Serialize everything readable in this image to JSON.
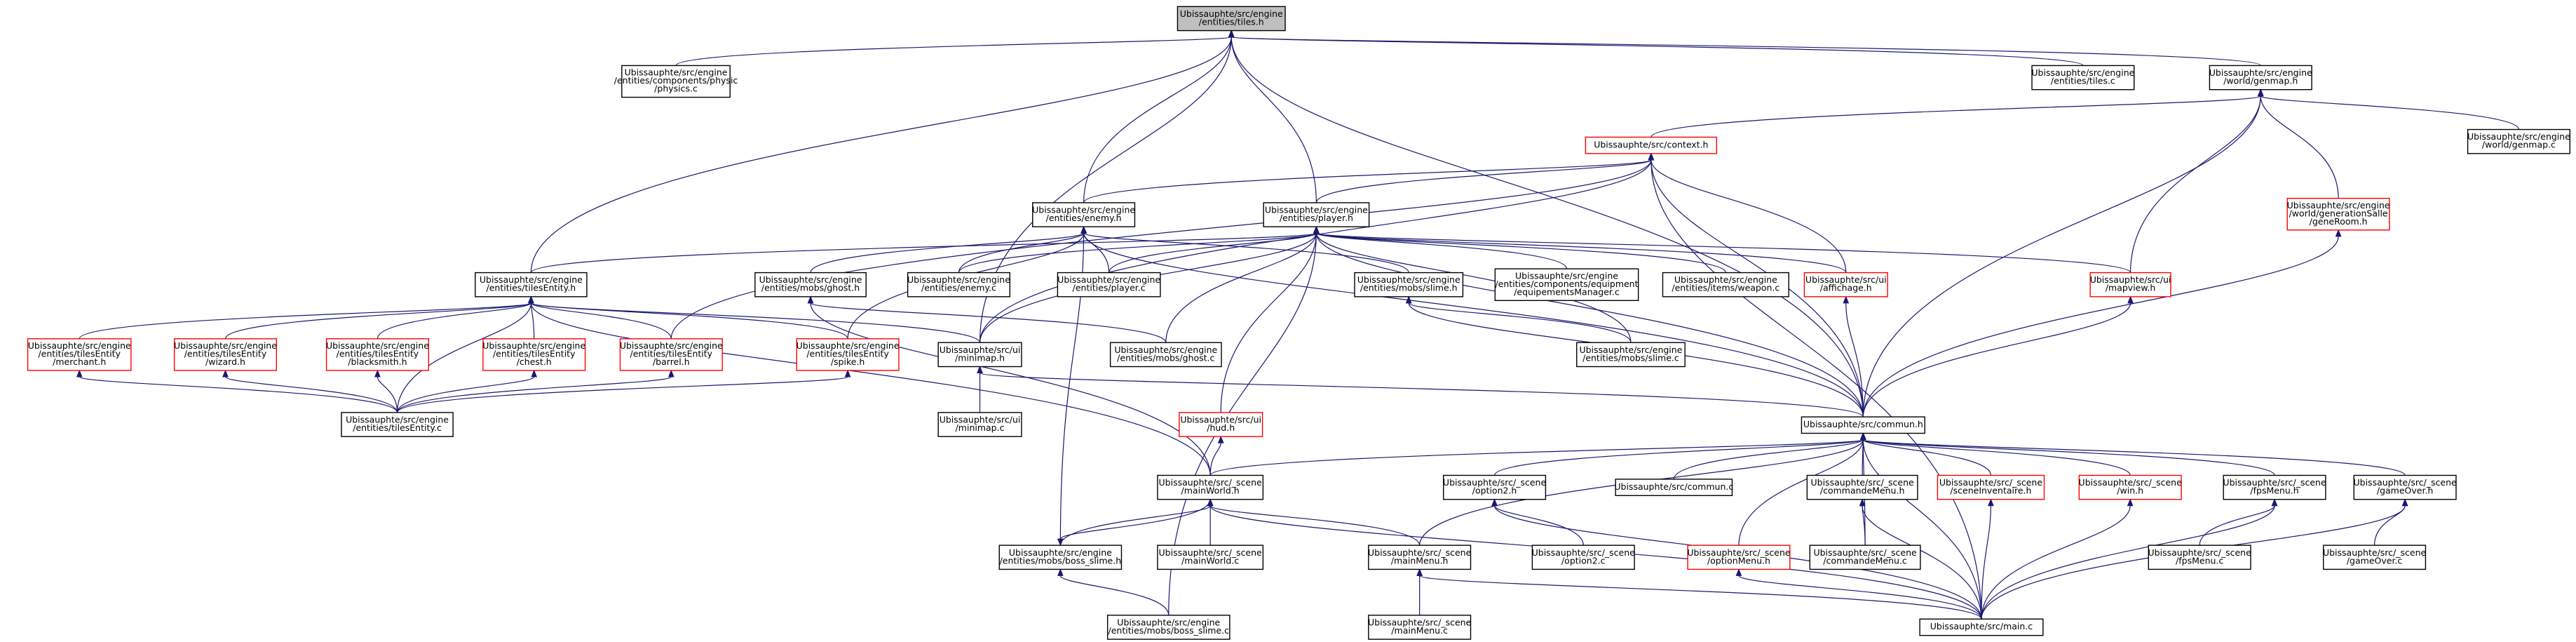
{
  "colors": {
    "edge": "#191970",
    "border_normal": "#000000",
    "border_incomplete": "#ff0000",
    "fill_root": "#bfbfbf",
    "fill_normal": "#ffffff"
  },
  "nodes": [
    {
      "id": "tiles_h",
      "lines": [
        "Ubissauphte/src/engine",
        "/entities/tiles.h"
      ],
      "kind": "root"
    },
    {
      "id": "physics_c",
      "lines": [
        "Ubissauphte/src/engine",
        "/entities/components/physic",
        "/physics.c"
      ],
      "kind": "normal"
    },
    {
      "id": "tiles_c",
      "lines": [
        "Ubissauphte/src/engine",
        "/entities/tiles.c"
      ],
      "kind": "normal"
    },
    {
      "id": "genmap_h",
      "lines": [
        "Ubissauphte/src/engine",
        "/world/genmap.h"
      ],
      "kind": "normal"
    },
    {
      "id": "genmap_c",
      "lines": [
        "Ubissauphte/src/engine",
        "/world/genmap.c"
      ],
      "kind": "normal"
    },
    {
      "id": "context_h",
      "lines": [
        "Ubissauphte/src/context.h"
      ],
      "kind": "incomplete"
    },
    {
      "id": "geneRoom_h",
      "lines": [
        "Ubissauphte/src/engine",
        "/world/generationSalle",
        "/geneRoom.h"
      ],
      "kind": "incomplete"
    },
    {
      "id": "enemy_h",
      "lines": [
        "Ubissauphte/src/engine",
        "/entities/enemy.h"
      ],
      "kind": "normal"
    },
    {
      "id": "player_h",
      "lines": [
        "Ubissauphte/src/engine",
        "/entities/player.h"
      ],
      "kind": "normal"
    },
    {
      "id": "tilesEntity_h",
      "lines": [
        "Ubissauphte/src/engine",
        "/entities/tilesEntity.h"
      ],
      "kind": "normal"
    },
    {
      "id": "ghost_h",
      "lines": [
        "Ubissauphte/src/engine",
        "/entities/mobs/ghost.h"
      ],
      "kind": "normal"
    },
    {
      "id": "enemy_c",
      "lines": [
        "Ubissauphte/src/engine",
        "/entities/enemy.c"
      ],
      "kind": "normal"
    },
    {
      "id": "player_c",
      "lines": [
        "Ubissauphte/src/engine",
        "/entities/player.c"
      ],
      "kind": "normal"
    },
    {
      "id": "slime_h",
      "lines": [
        "Ubissauphte/src/engine",
        "/entities/mobs/slime.h"
      ],
      "kind": "normal"
    },
    {
      "id": "equipManager_c",
      "lines": [
        "Ubissauphte/src/engine",
        "/entities/components/equipment",
        "/equipementsManager.c"
      ],
      "kind": "normal"
    },
    {
      "id": "weapon_c",
      "lines": [
        "Ubissauphte/src/engine",
        "/entities/items/weapon.c"
      ],
      "kind": "normal"
    },
    {
      "id": "affichage_h",
      "lines": [
        "Ubissauphte/src/ui",
        "/affichage.h"
      ],
      "kind": "incomplete"
    },
    {
      "id": "mapview_h",
      "lines": [
        "Ubissauphte/src/ui",
        "/mapview.h"
      ],
      "kind": "incomplete"
    },
    {
      "id": "merchant_h",
      "lines": [
        "Ubissauphte/src/engine",
        "/entities/tilesEntity",
        "/merchant.h"
      ],
      "kind": "incomplete"
    },
    {
      "id": "wizard_h",
      "lines": [
        "Ubissauphte/src/engine",
        "/entities/tilesEntity",
        "/wizard.h"
      ],
      "kind": "incomplete"
    },
    {
      "id": "blacksmith_h",
      "lines": [
        "Ubissauphte/src/engine",
        "/entities/tilesEntity",
        "/blacksmith.h"
      ],
      "kind": "incomplete"
    },
    {
      "id": "chest_h",
      "lines": [
        "Ubissauphte/src/engine",
        "/entities/tilesEntity",
        "/chest.h"
      ],
      "kind": "incomplete"
    },
    {
      "id": "barrel_h",
      "lines": [
        "Ubissauphte/src/engine",
        "/entities/tilesEntity",
        "/barrel.h"
      ],
      "kind": "incomplete"
    },
    {
      "id": "spike_h",
      "lines": [
        "Ubissauphte/src/engine",
        "/entities/tilesEntity",
        "/spike.h"
      ],
      "kind": "incomplete"
    },
    {
      "id": "minimap_h",
      "lines": [
        "Ubissauphte/src/ui",
        "/minimap.h"
      ],
      "kind": "normal"
    },
    {
      "id": "ghost_c",
      "lines": [
        "Ubissauphte/src/engine",
        "/entities/mobs/ghost.c"
      ],
      "kind": "normal"
    },
    {
      "id": "slime_c",
      "lines": [
        "Ubissauphte/src/engine",
        "/entities/mobs/slime.c"
      ],
      "kind": "normal"
    },
    {
      "id": "tilesEntity_c",
      "lines": [
        "Ubissauphte/src/engine",
        "/entities/tilesEntity.c"
      ],
      "kind": "normal"
    },
    {
      "id": "minimap_c",
      "lines": [
        "Ubissauphte/src/ui",
        "/minimap.c"
      ],
      "kind": "normal"
    },
    {
      "id": "hud_h",
      "lines": [
        "Ubissauphte/src/ui",
        "/hud.h"
      ],
      "kind": "incomplete"
    },
    {
      "id": "commun_h",
      "lines": [
        "Ubissauphte/src/commun.h"
      ],
      "kind": "normal"
    },
    {
      "id": "mainWorld_h",
      "lines": [
        "Ubissauphte/src/_scene",
        "/mainWorld.h"
      ],
      "kind": "normal"
    },
    {
      "id": "option2_h",
      "lines": [
        "Ubissauphte/src/_scene",
        "/option2.h"
      ],
      "kind": "normal"
    },
    {
      "id": "commun_c",
      "lines": [
        "Ubissauphte/src/commun.c"
      ],
      "kind": "normal"
    },
    {
      "id": "commandeMenu_h",
      "lines": [
        "Ubissauphte/src/_scene",
        "/commandeMenu.h"
      ],
      "kind": "normal"
    },
    {
      "id": "sceneInventaire_h",
      "lines": [
        "Ubissauphte/src/_scene",
        "/sceneInventaire.h"
      ],
      "kind": "incomplete"
    },
    {
      "id": "win_h",
      "lines": [
        "Ubissauphte/src/_scene",
        "/win.h"
      ],
      "kind": "incomplete"
    },
    {
      "id": "fpsMenu_h",
      "lines": [
        "Ubissauphte/src/_scene",
        "/fpsMenu.h"
      ],
      "kind": "normal"
    },
    {
      "id": "gameOver_h",
      "lines": [
        "Ubissauphte/src/_scene",
        "/gameOver.h"
      ],
      "kind": "normal"
    },
    {
      "id": "boss_slime_h",
      "lines": [
        "Ubissauphte/src/engine",
        "/entities/mobs/boss_slime.h"
      ],
      "kind": "normal"
    },
    {
      "id": "mainWorld_c",
      "lines": [
        "Ubissauphte/src/_scene",
        "/mainWorld.c"
      ],
      "kind": "normal"
    },
    {
      "id": "mainMenu_h",
      "lines": [
        "Ubissauphte/src/_scene",
        "/mainMenu.h"
      ],
      "kind": "normal"
    },
    {
      "id": "option2_c",
      "lines": [
        "Ubissauphte/src/_scene",
        "/option2.c"
      ],
      "kind": "normal"
    },
    {
      "id": "optionMenu_h",
      "lines": [
        "Ubissauphte/src/_scene",
        "/optionMenu.h"
      ],
      "kind": "incomplete"
    },
    {
      "id": "commandeMenu_c",
      "lines": [
        "Ubissauphte/src/_scene",
        "/commandeMenu.c"
      ],
      "kind": "normal"
    },
    {
      "id": "fpsMenu_c",
      "lines": [
        "Ubissauphte/src/_scene",
        "/fpsMenu.c"
      ],
      "kind": "normal"
    },
    {
      "id": "gameOver_c",
      "lines": [
        "Ubissauphte/src/_scene",
        "/gameOver.c"
      ],
      "kind": "normal"
    },
    {
      "id": "boss_slime_c",
      "lines": [
        "Ubissauphte/src/engine",
        "/entities/mobs/boss_slime.c"
      ],
      "kind": "normal"
    },
    {
      "id": "mainMenu_c",
      "lines": [
        "Ubissauphte/src/_scene",
        "/mainMenu.c"
      ],
      "kind": "normal"
    },
    {
      "id": "main_c",
      "lines": [
        "Ubissauphte/src/main.c"
      ],
      "kind": "normal"
    }
  ],
  "edges": [
    [
      "physics_c",
      "tiles_h"
    ],
    [
      "tiles_c",
      "tiles_h"
    ],
    [
      "genmap_h",
      "tiles_h"
    ],
    [
      "enemy_h",
      "tiles_h"
    ],
    [
      "player_h",
      "tiles_h"
    ],
    [
      "tilesEntity_h",
      "tiles_h"
    ],
    [
      "minimap_h",
      "tiles_h"
    ],
    [
      "commun_h",
      "tiles_h"
    ],
    [
      "genmap_c",
      "genmap_h"
    ],
    [
      "context_h",
      "genmap_h"
    ],
    [
      "geneRoom_h",
      "genmap_h"
    ],
    [
      "mapview_h",
      "genmap_h"
    ],
    [
      "commun_h",
      "genmap_h"
    ],
    [
      "enemy_h",
      "context_h"
    ],
    [
      "player_h",
      "context_h"
    ],
    [
      "affichage_h",
      "context_h"
    ],
    [
      "minimap_h",
      "context_h"
    ],
    [
      "barrel_h",
      "context_h"
    ],
    [
      "commun_h",
      "context_h"
    ],
    [
      "main_c",
      "context_h"
    ],
    [
      "commun_h",
      "geneRoom_h"
    ],
    [
      "enemy_c",
      "enemy_h"
    ],
    [
      "player_c",
      "enemy_h"
    ],
    [
      "ghost_h",
      "enemy_h"
    ],
    [
      "slime_h",
      "enemy_h"
    ],
    [
      "spike_h",
      "enemy_h"
    ],
    [
      "commun_h",
      "enemy_h"
    ],
    [
      "player_c",
      "player_h"
    ],
    [
      "enemy_c",
      "player_h"
    ],
    [
      "ghost_c",
      "player_h"
    ],
    [
      "slime_c",
      "player_h"
    ],
    [
      "equipManager_c",
      "player_h"
    ],
    [
      "weapon_c",
      "player_h"
    ],
    [
      "affichage_h",
      "player_h"
    ],
    [
      "mapview_h",
      "player_h"
    ],
    [
      "hud_h",
      "player_h"
    ],
    [
      "minimap_h",
      "player_h"
    ],
    [
      "tilesEntity_h",
      "player_h"
    ],
    [
      "commun_h",
      "player_h"
    ],
    [
      "boss_slime_c",
      "player_h"
    ],
    [
      "merchant_h",
      "tilesEntity_h"
    ],
    [
      "wizard_h",
      "tilesEntity_h"
    ],
    [
      "blacksmith_h",
      "tilesEntity_h"
    ],
    [
      "chest_h",
      "tilesEntity_h"
    ],
    [
      "barrel_h",
      "tilesEntity_h"
    ],
    [
      "spike_h",
      "tilesEntity_h"
    ],
    [
      "minimap_h",
      "tilesEntity_h"
    ],
    [
      "tilesEntity_c",
      "tilesEntity_h"
    ],
    [
      "mainWorld_h",
      "tilesEntity_h"
    ],
    [
      "ghost_c",
      "ghost_h"
    ],
    [
      "mainWorld_h",
      "ghost_h"
    ],
    [
      "slime_c",
      "slime_h"
    ],
    [
      "commun_h",
      "slime_h"
    ],
    [
      "commun_h",
      "affichage_h"
    ],
    [
      "commun_h",
      "mapview_h"
    ],
    [
      "tilesEntity_c",
      "merchant_h"
    ],
    [
      "tilesEntity_c",
      "wizard_h"
    ],
    [
      "tilesEntity_c",
      "blacksmith_h"
    ],
    [
      "tilesEntity_c",
      "chest_h"
    ],
    [
      "tilesEntity_c",
      "barrel_h"
    ],
    [
      "tilesEntity_c",
      "spike_h"
    ],
    [
      "minimap_c",
      "minimap_h"
    ],
    [
      "commun_h",
      "minimap_h"
    ],
    [
      "mainWorld_h",
      "hud_h"
    ],
    [
      "mainWorld_h",
      "commun_h"
    ],
    [
      "option2_h",
      "commun_h"
    ],
    [
      "commun_c",
      "commun_h"
    ],
    [
      "commandeMenu_h",
      "commun_h"
    ],
    [
      "sceneInventaire_h",
      "commun_h"
    ],
    [
      "win_h",
      "commun_h"
    ],
    [
      "fpsMenu_h",
      "commun_h"
    ],
    [
      "gameOver_h",
      "commun_h"
    ],
    [
      "mainMenu_h",
      "commun_h"
    ],
    [
      "optionMenu_h",
      "commun_h"
    ],
    [
      "commandeMenu_c",
      "commun_h"
    ],
    [
      "main_c",
      "commun_h"
    ],
    [
      "boss_slime_h",
      "mainWorld_h"
    ],
    [
      "mainWorld_c",
      "mainWorld_h"
    ],
    [
      "mainMenu_h",
      "mainWorld_h"
    ],
    [
      "main_c",
      "mainWorld_h"
    ],
    [
      "mainWorld_h",
      "boss_slime_h"
    ],
    [
      "boss_slime_c",
      "boss_slime_h"
    ],
    [
      "boss_slime_h",
      "enemy_h"
    ],
    [
      "option2_c",
      "option2_h"
    ],
    [
      "main_c",
      "option2_h"
    ],
    [
      "commandeMenu_c",
      "commandeMenu_h"
    ],
    [
      "main_c",
      "commandeMenu_h"
    ],
    [
      "main_c",
      "sceneInventaire_h"
    ],
    [
      "main_c",
      "win_h"
    ],
    [
      "fpsMenu_c",
      "fpsMenu_h"
    ],
    [
      "main_c",
      "fpsMenu_h"
    ],
    [
      "gameOver_c",
      "gameOver_h"
    ],
    [
      "main_c",
      "gameOver_h"
    ],
    [
      "mainMenu_c",
      "mainMenu_h"
    ],
    [
      "main_c",
      "mainMenu_h"
    ],
    [
      "main_c",
      "optionMenu_h"
    ]
  ]
}
